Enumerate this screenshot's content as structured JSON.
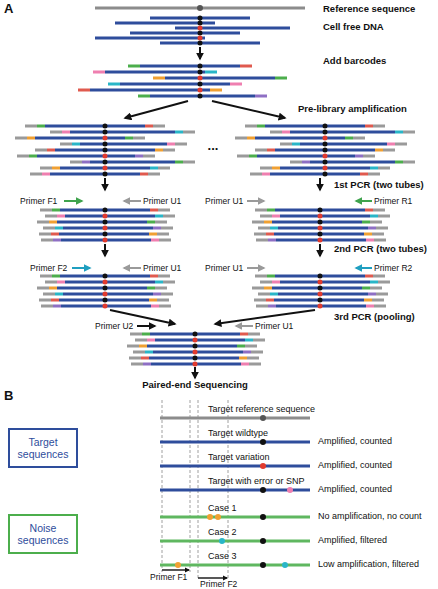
{
  "diagram": {
    "nodes": [
      {
        "text": [
          "Target sequences"
        ]
      },
      {
        "text": [
          "Noise sequences"
        ]
      }
    ],
    "labels": [
      "A",
      "Reference sequence",
      "Cell free DNA",
      "Add barcodes",
      "Pre-library amplification",
      "...",
      "1st PCR (two tubes)",
      "Primer F1",
      "Primer U1",
      "Primer U1",
      "Primer R1",
      "2nd PCR (two tubes)",
      "Primer F2",
      "Primer U1",
      "Primer U1",
      "Primer R2",
      "3rd PCR (pooling)",
      "Primer U2",
      "Primer U1",
      "Paired-end Sequencing",
      "B",
      "Target reference sequence",
      "Target wildtype",
      "Amplified, counted",
      "Target variation",
      "Amplified, counted",
      "Target with error or SNP",
      "Amplified, counted",
      "Case 1",
      "No amplification, no count",
      "Case 2",
      "Amplified, filtered",
      "Case 3",
      "Low amplification, filtered",
      "Primer F1",
      "Primer F2"
    ]
  }
}
